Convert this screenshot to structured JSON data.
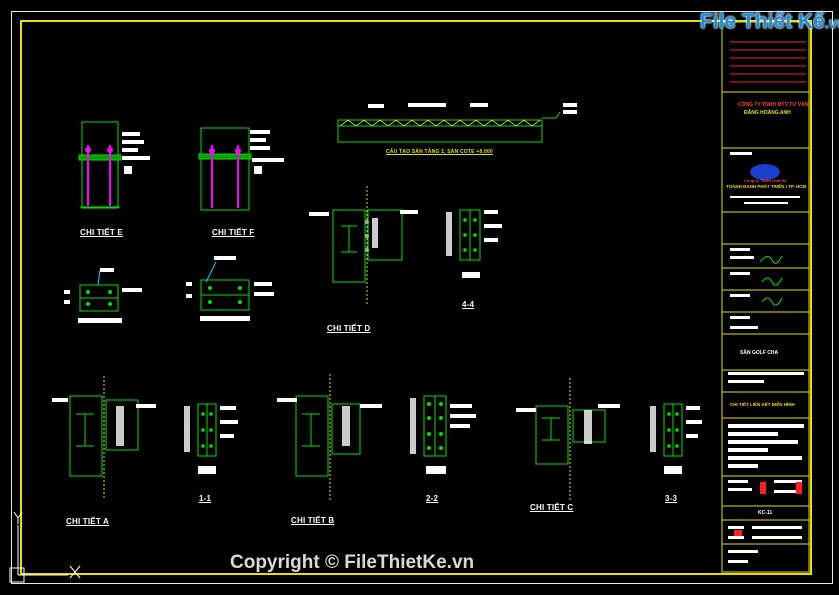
{
  "logo": {
    "brand": "File Thiết Kế",
    "domain": ".vn"
  },
  "watermark": "Copyright © FileThietKe.vn",
  "drawing": {
    "slab_title": "CẤU TẠO SÀN TẦNG 2, SÀN COTE +8.000",
    "details": {
      "e": "CHI TIẾT E",
      "f": "CHI TIẾT F",
      "d": "CHI TIẾT D",
      "a": "CHI TIẾT A",
      "b": "CHI TIẾT B",
      "c": "CHI TIẾT C"
    },
    "sections": {
      "s44": "4-4",
      "s11": "1-1",
      "s22": "2-2",
      "s33": "3-3"
    }
  },
  "title_block": {
    "company": "CÔNG TY TNHH MTV TƯ VẤN",
    "company_name": "ĐĂNG HOÀNG ANH",
    "client_line1": "Công ty TNHH Golf Hà",
    "client_line2": "TOÀNH ĐẠNH PHÁT TRIỂN I TP. HCM",
    "project": "SÂN GOLF CHA",
    "drawing_title": "CHI TIẾT LIÊN KẾT ĐIỂN HÌNH",
    "sheet_no": "KC-11"
  },
  "colors": {
    "frame": "#e8e000",
    "steel": "#00e000",
    "column": "#ff00ff",
    "dim": "#00d8ff",
    "text": "#ffffff",
    "red": "#ff2020",
    "logo": "#1a8fe0"
  }
}
